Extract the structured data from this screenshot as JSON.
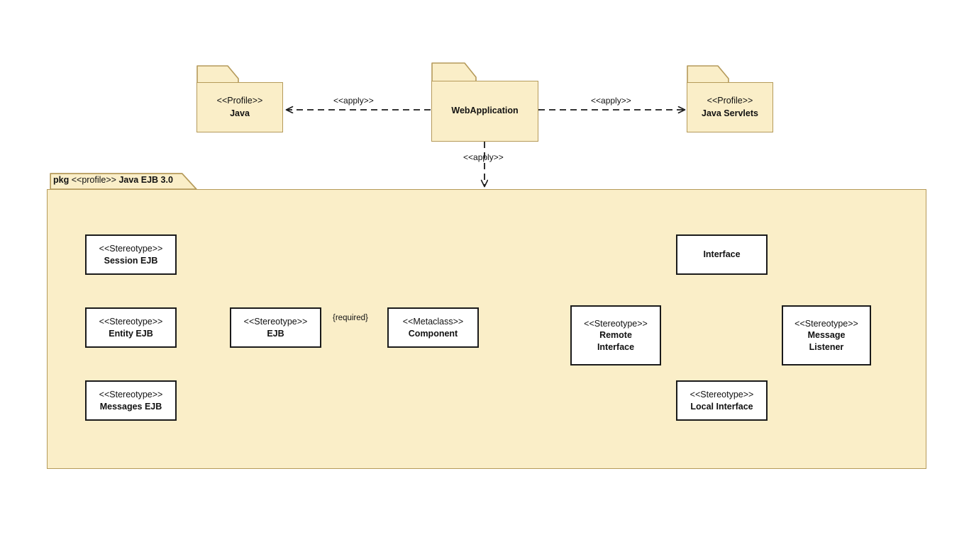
{
  "diagram": {
    "kind": "uml-profile-diagram",
    "title": "Java EJB 3.0 Profile",
    "background_color": "#ffffff",
    "package_fill": "#faeec8",
    "package_border": "#b59a5a",
    "node_fill": "#ffffff",
    "node_border": "#1a1a1a",
    "text_color": "#111111"
  },
  "packages": {
    "java_profile": {
      "stereotype": "<<Profile>>",
      "name": "Java"
    },
    "web_application": {
      "stereotype": "",
      "name": "WebApplication"
    },
    "java_servlets_profile": {
      "stereotype": "<<Profile>>",
      "name": "Java Servlets"
    },
    "ejb_profile_frame": {
      "keyword": "pkg",
      "stereotype": "<<profile>>",
      "name": "Java EJB 3.0"
    }
  },
  "nodes": {
    "session_ejb": {
      "stereotype": "<<Stereotype>>",
      "name": "Session EJB"
    },
    "entity_ejb": {
      "stereotype": "<<Stereotype>>",
      "name": "Entity EJB"
    },
    "messages_ejb": {
      "stereotype": "<<Stereotype>>",
      "name": "Messages EJB"
    },
    "ejb": {
      "stereotype": "<<Stereotype>>",
      "name": "EJB"
    },
    "component": {
      "stereotype": "<<Metaclass>>",
      "name": "Component"
    },
    "interface": {
      "stereotype": "",
      "name": "Interface"
    },
    "remote_interface": {
      "stereotype": "<<Stereotype>>",
      "name_line1": "Remote",
      "name_line2": "Interface"
    },
    "local_interface": {
      "stereotype": "<<Stereotype>>",
      "name": "Local Interface"
    },
    "message_listener": {
      "stereotype": "<<Stereotype>>",
      "name_line1": "Message",
      "name_line2": "Listener"
    }
  },
  "edges": {
    "apply_left": {
      "label": "<<apply>>",
      "style": "dashed",
      "arrow": "open",
      "from": "web_application",
      "to": "java_profile"
    },
    "apply_right": {
      "label": "<<apply>>",
      "style": "dashed",
      "arrow": "open",
      "from": "web_application",
      "to": "java_servlets_profile"
    },
    "apply_down": {
      "label": "<<apply>>",
      "style": "dashed",
      "arrow": "open",
      "from": "web_application",
      "to": "ejb_profile_frame"
    },
    "session_to_ejb": {
      "label": "",
      "style": "solid",
      "arrow": "hollow-triangle",
      "from": "session_ejb",
      "to": "ejb"
    },
    "entity_to_ejb": {
      "label": "",
      "style": "solid",
      "arrow": "hollow-triangle",
      "from": "entity_ejb",
      "to": "ejb"
    },
    "messages_to_ejb": {
      "label": "",
      "style": "solid",
      "arrow": "hollow-triangle",
      "from": "messages_ejb",
      "to": "ejb"
    },
    "ejb_to_component": {
      "label": "{required}",
      "style": "solid",
      "arrow": "filled",
      "from": "ejb",
      "to": "component"
    },
    "remote_to_interface": {
      "label": "",
      "style": "solid",
      "arrow": "filled",
      "from": "remote_interface",
      "to": "interface"
    },
    "local_to_interface": {
      "label": "",
      "style": "solid",
      "arrow": "filled",
      "from": "local_interface",
      "to": "interface"
    },
    "listener_to_interface": {
      "label": "",
      "style": "solid",
      "arrow": "filled",
      "from": "message_listener",
      "to": "interface"
    }
  }
}
